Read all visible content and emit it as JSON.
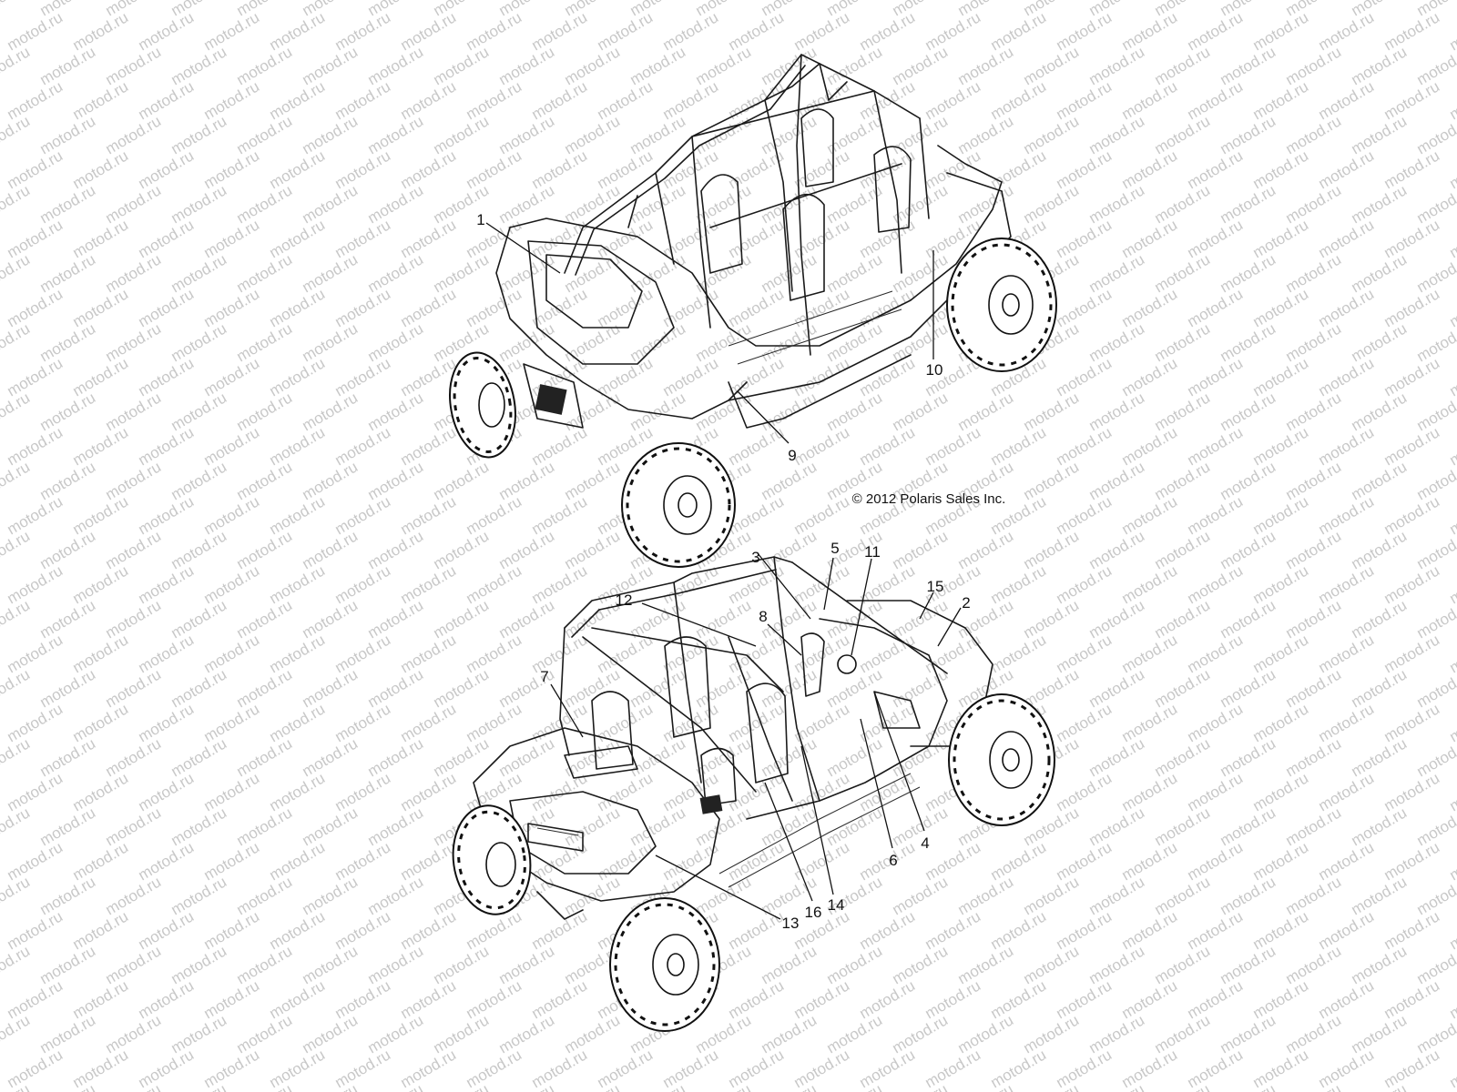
{
  "watermark_text": "motod.ru",
  "copyright": "© 2012 Polaris Sales Inc.",
  "colors": {
    "line": "#1a1a1a",
    "watermark": "#c8c8c8",
    "background": "#ffffff"
  },
  "upper_view": {
    "callouts": [
      "1",
      "9",
      "10"
    ]
  },
  "lower_view": {
    "callouts": [
      "2",
      "3",
      "4",
      "5",
      "6",
      "7",
      "8",
      "11",
      "12",
      "13",
      "14",
      "15",
      "16"
    ]
  }
}
